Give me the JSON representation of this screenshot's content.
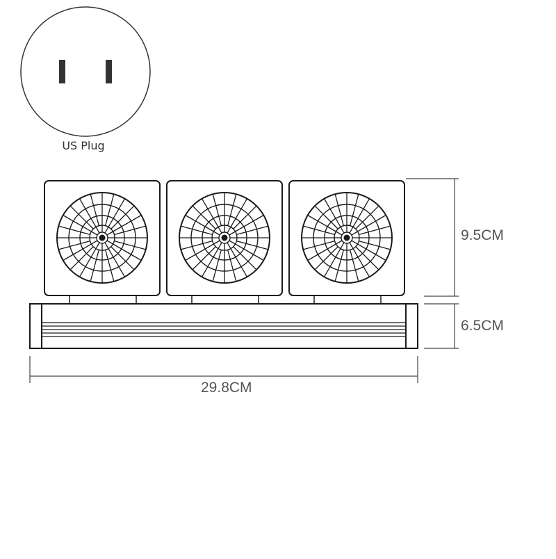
{
  "plug": {
    "label": "US Plug",
    "icon": "us-plug-icon"
  },
  "dimensions": {
    "fan_height": "9.5CM",
    "base_height": "6.5CM",
    "total_width": "29.8CM"
  },
  "product": {
    "fan_count": 3,
    "icon": "fan-icon"
  },
  "colors": {
    "line": "#1a1a1a",
    "dimension_line": "#444444",
    "text": "#555555",
    "plug_prong": "#333333"
  }
}
